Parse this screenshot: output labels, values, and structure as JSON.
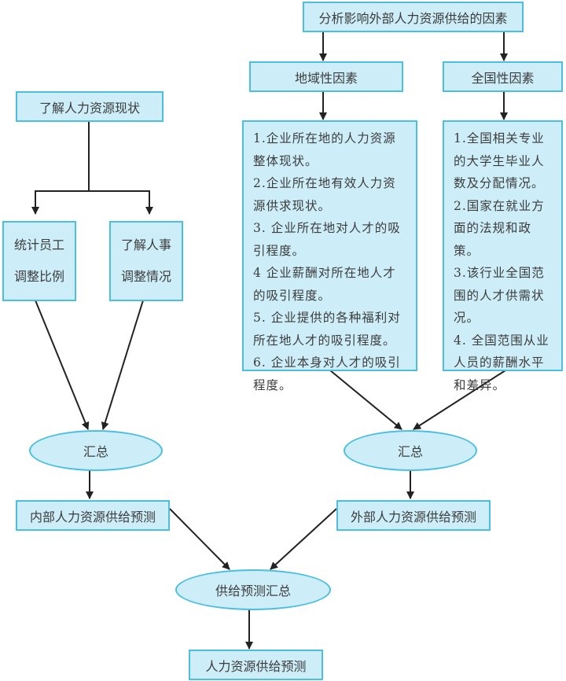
{
  "nodes": {
    "external_factors": "分析影响外部人力资源供给的因素",
    "regional_factors": "地域性因素",
    "national_factors": "全国性因素",
    "understand_status": "了解人力资源现状",
    "stat_staff": [
      "统计员工",
      "调整比例"
    ],
    "hr_adjust": [
      "了解人事",
      "调整情况"
    ],
    "regional_details": [
      "1.企业所在地的人力资源整体现状。",
      "2.企业所在地有效人力资源供求现状。",
      "3. 企业所在地对人才的吸引程度。",
      "4  企业薪酬对所在地人才的吸引程度。",
      "5.  企业提供的各种福利对所在地人才的吸引程度。",
      "6.  企业本身对人才的吸引程度。"
    ],
    "national_details": [
      "1.全国相关专业的大学生毕业人数及分配情况。",
      "2.国家在就业方面的法规和政策。",
      "3.该行业全国范围的人才供需状况。",
      "4.  全国范围从业人员的薪酬水平和差异。"
    ],
    "summary_left": "汇总",
    "summary_right": "汇总",
    "internal_forecast": "内部人力资源供给预测",
    "external_forecast": "外部人力资源供给预测",
    "supply_summary": "供给预测汇总",
    "final_forecast": "人力资源供给预测"
  }
}
